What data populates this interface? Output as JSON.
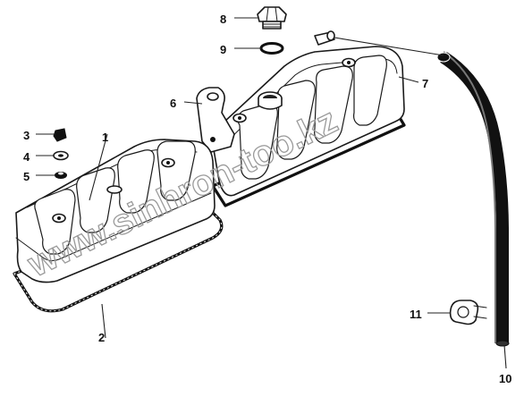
{
  "callouts": {
    "c1": "1",
    "c2": "2",
    "c3": "3",
    "c4": "4",
    "c5": "5",
    "c6": "6",
    "c7": "7",
    "c8": "8",
    "c9": "9",
    "c10": "10",
    "c11": "11"
  },
  "watermark": "www.sinhron-too.kz",
  "colors": {
    "ink": "#1a1a1a",
    "paper": "#ffffff",
    "watermark": "#9a9a9a"
  }
}
